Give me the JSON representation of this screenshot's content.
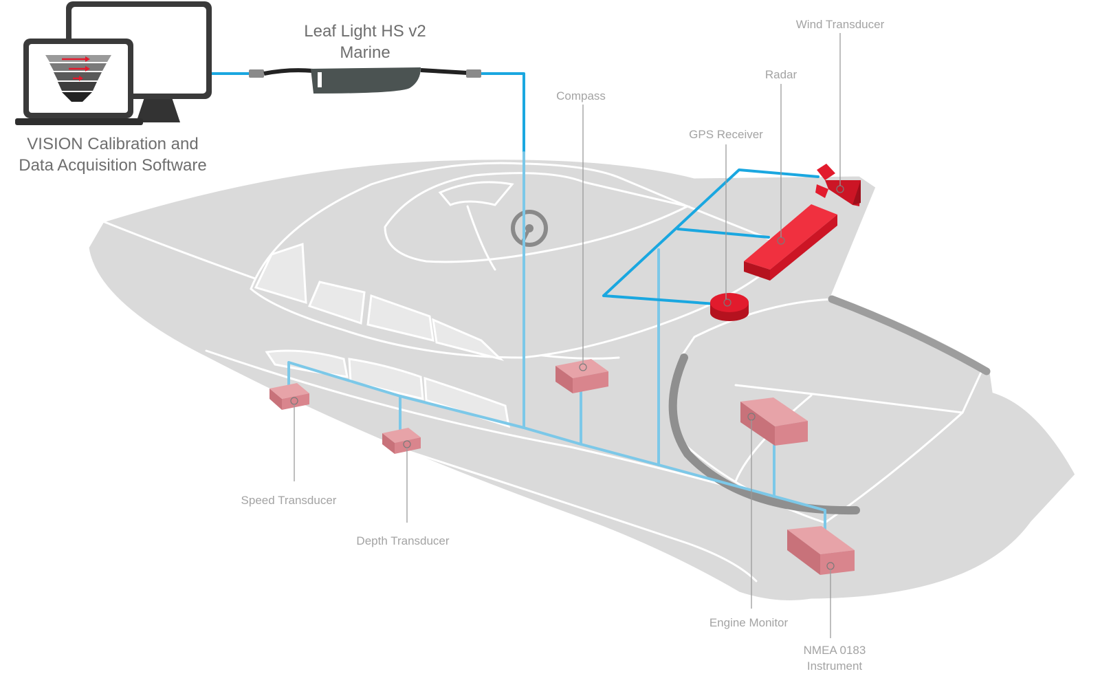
{
  "software": {
    "caption_line1": "VISION Calibration and",
    "caption_line2": "Data Acquisition Software",
    "logo_icon": "vision-logo-icon"
  },
  "interface": {
    "name_line1": "Leaf Light HS v2",
    "name_line2": "Marine"
  },
  "devices": {
    "wind_transducer": "Wind Transducer",
    "radar": "Radar",
    "gps_receiver": "GPS Receiver",
    "compass": "Compass",
    "speed_transducer": "Speed Transducer",
    "depth_transducer": "Depth Transducer",
    "engine_monitor": "Engine Monitor",
    "nmea_line1": "NMEA 0183",
    "nmea_line2": "Instrument"
  },
  "colors": {
    "network_cable": "#1aa7e0",
    "cable_under_hull": "#7cc8e8",
    "device_active": "#e21b2d",
    "device_faded": "#dc8a90",
    "hull": "#dadada"
  }
}
